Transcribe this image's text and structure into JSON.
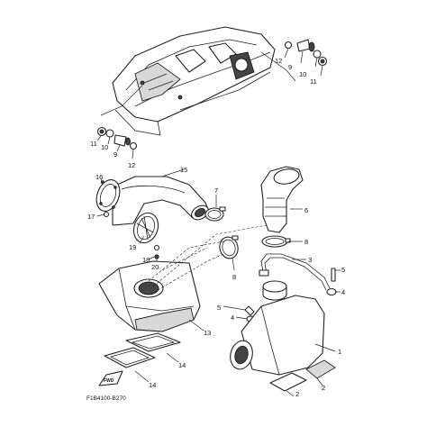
{
  "callouts": [
    {
      "id": "c1",
      "label": "1"
    },
    {
      "id": "c2a",
      "label": "2"
    },
    {
      "id": "c2b",
      "label": "2"
    },
    {
      "id": "c3",
      "label": "3"
    },
    {
      "id": "c4a",
      "label": "4"
    },
    {
      "id": "c4b",
      "label": "4"
    },
    {
      "id": "c5a",
      "label": "5"
    },
    {
      "id": "c5b",
      "label": "5"
    },
    {
      "id": "c6",
      "label": "6"
    },
    {
      "id": "c7",
      "label": "7"
    },
    {
      "id": "c8a",
      "label": "8"
    },
    {
      "id": "c8b",
      "label": "8"
    },
    {
      "id": "c9a",
      "label": "9"
    },
    {
      "id": "c9b",
      "label": "9"
    },
    {
      "id": "c10a",
      "label": "10"
    },
    {
      "id": "c10b",
      "label": "10"
    },
    {
      "id": "c11a",
      "label": "11"
    },
    {
      "id": "c11b",
      "label": "11"
    },
    {
      "id": "c12a",
      "label": "12"
    },
    {
      "id": "c12b",
      "label": "12"
    },
    {
      "id": "c13",
      "label": "13"
    },
    {
      "id": "c14a",
      "label": "14"
    },
    {
      "id": "c14b",
      "label": "14"
    },
    {
      "id": "c15",
      "label": "15"
    },
    {
      "id": "c16",
      "label": "16"
    },
    {
      "id": "c17",
      "label": "17"
    },
    {
      "id": "c18",
      "label": "18"
    },
    {
      "id": "c19",
      "label": "19"
    },
    {
      "id": "c20",
      "label": "20"
    }
  ],
  "diagram_code": "F1B4100-B270",
  "direction_badge": "FWD"
}
